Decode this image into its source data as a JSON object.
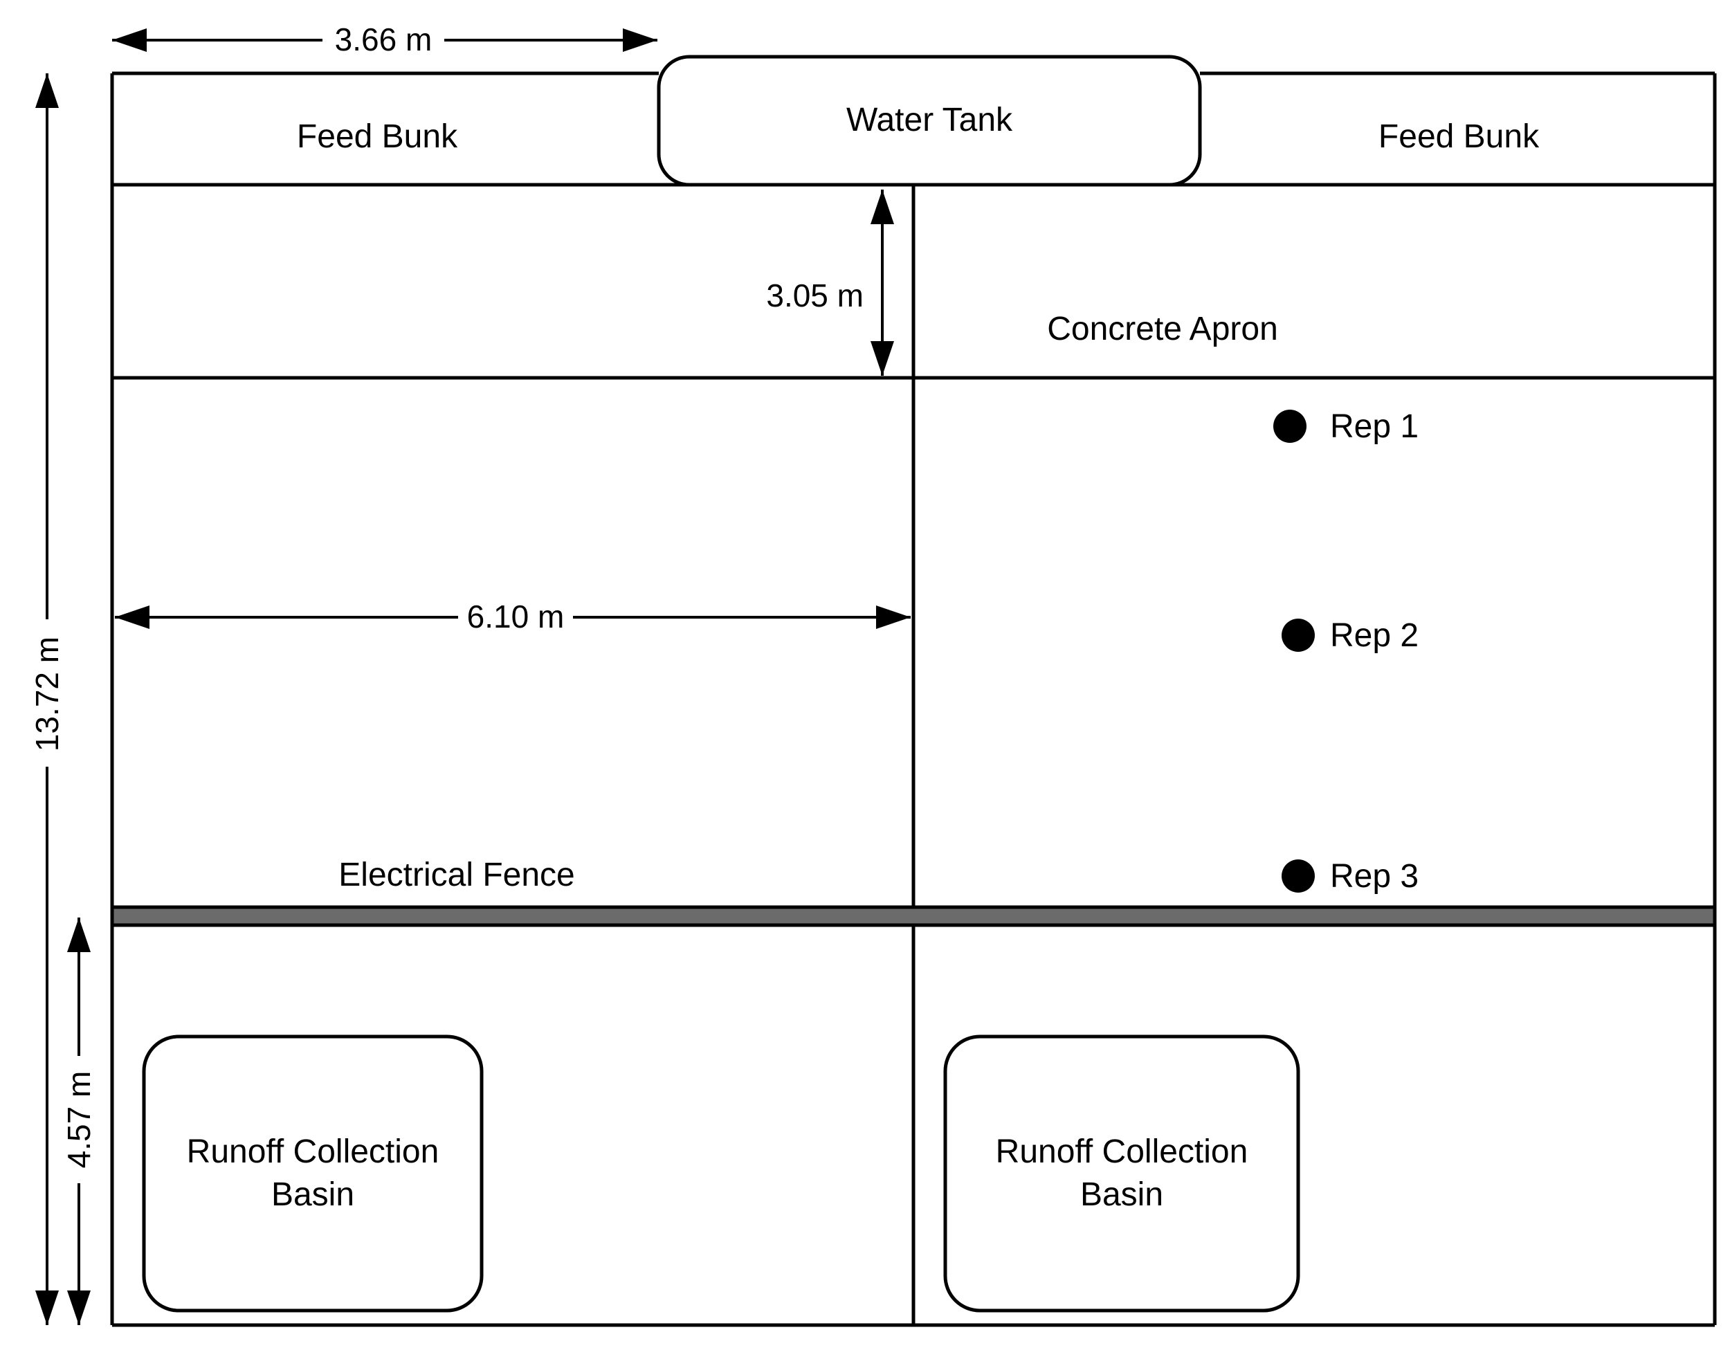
{
  "labels": {
    "feed_bunk_left": "Feed Bunk",
    "water_tank": "Water Tank",
    "feed_bunk_right": "Feed Bunk",
    "concrete_apron": "Concrete Apron",
    "electrical_fence": "Electrical Fence",
    "basin_left": [
      "Runoff Collection",
      "Basin"
    ],
    "basin_right": [
      "Runoff Collection",
      "Basin"
    ]
  },
  "dimensions": {
    "bunk_width": "3.66 m",
    "apron_depth": "3.05 m",
    "pen_width": "6.10 m",
    "total_length": "13.72 m",
    "runoff_length": "4.57 m"
  },
  "reps": [
    "Rep 1",
    "Rep 2",
    "Rep 3"
  ],
  "colors": {
    "line": "#000000",
    "fence": "#6b6b6b",
    "marker": "#000000",
    "background": "#ffffff"
  }
}
